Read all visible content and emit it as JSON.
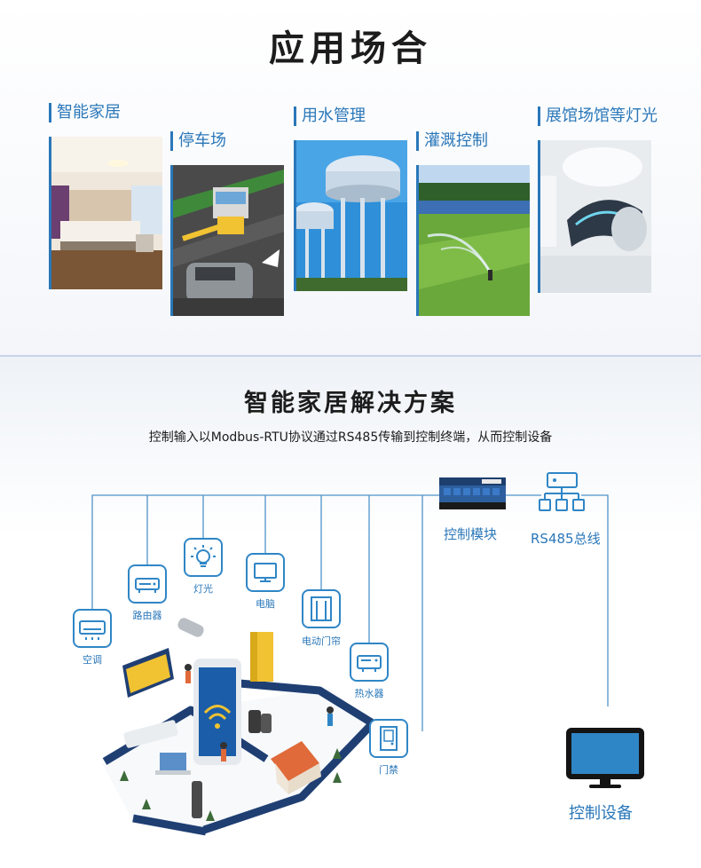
{
  "header": {
    "title": "应用场合"
  },
  "scenes": [
    {
      "label": "智能家居"
    },
    {
      "label": "停车场"
    },
    {
      "label": "用水管理"
    },
    {
      "label": "灌溉控制"
    },
    {
      "label": "展馆场馆等灯光"
    }
  ],
  "solution": {
    "title": "智能家居解决方案",
    "description": "控制输入以Modbus-RTU协议通过RS485传输到控制终端，从而控制设备"
  },
  "devices": [
    {
      "label": "空调",
      "icon": "air-conditioner-icon"
    },
    {
      "label": "路由器",
      "icon": "router-icon"
    },
    {
      "label": "灯光",
      "icon": "light-bulb-icon"
    },
    {
      "label": "电脑",
      "icon": "monitor-icon"
    },
    {
      "label": "电动门帘",
      "icon": "door-curtain-icon"
    },
    {
      "label": "热水器",
      "icon": "water-heater-icon"
    },
    {
      "label": "门禁",
      "icon": "door-access-icon"
    }
  ],
  "hub": {
    "module_label": "控制模块",
    "bus_label": "RS485总线",
    "terminal_label": "控制设备"
  },
  "colors": {
    "accent": "#2a77b9",
    "line": "#4f93c9",
    "title": "#1c1c1c"
  }
}
